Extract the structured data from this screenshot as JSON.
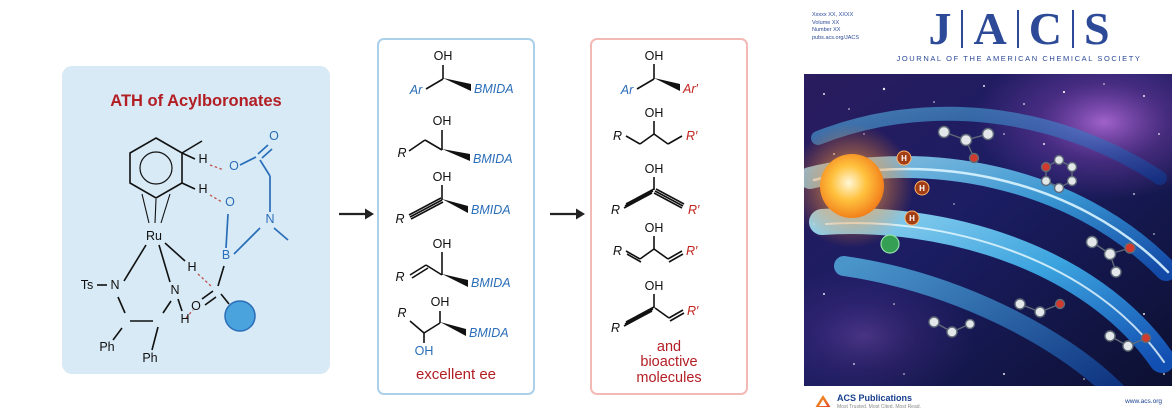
{
  "left_panel": {
    "title": "ATH of Acylboronates",
    "atoms": {
      "ts": "Ts",
      "n1": "N",
      "n2": "N",
      "ru": "Ru",
      "h_hydride": "H",
      "h_arene_top": "H",
      "h_arene_bottom": "H",
      "h_amine": "H",
      "ph1": "Ph",
      "ph2": "Ph",
      "o_top": "O",
      "o_upper": "O",
      "o_lower": "O",
      "o_acyl": "O",
      "b": "B",
      "n_mida": "N"
    }
  },
  "middle_panel": {
    "structures": [
      {
        "oh": "OH",
        "left": "Ar",
        "right": "BMIDA"
      },
      {
        "oh": "OH",
        "left": "R",
        "right": "BMIDA"
      },
      {
        "oh": "OH",
        "left": "R",
        "right": "BMIDA"
      },
      {
        "oh": "OH",
        "left": "R",
        "right": "BMIDA"
      },
      {
        "oh": "OH",
        "oh2": "OH",
        "left": "R",
        "right": "BMIDA"
      }
    ],
    "footer": "excellent ee"
  },
  "right_panel": {
    "structures": [
      {
        "oh": "OH",
        "left": "Ar",
        "right": "Ar′"
      },
      {
        "oh": "OH",
        "left": "R",
        "right": "R′"
      },
      {
        "oh": "OH",
        "left": "R",
        "right": "R′"
      },
      {
        "oh": "OH",
        "left": "R",
        "right": "R′"
      },
      {
        "oh": "OH",
        "left": "R",
        "right": "R′"
      }
    ],
    "footer": "and\nbioactive\nmolecules"
  },
  "cover": {
    "issue_info": [
      "Xxxxx XX, XXXX",
      "Volume XX",
      "Number XX",
      "pubs.acs.org/JACS"
    ],
    "masthead_letters": [
      "J",
      "A",
      "C",
      "S"
    ],
    "subtitle": "JOURNAL OF THE AMERICAN CHEMICAL SOCIETY",
    "art": {
      "h_label": "H"
    },
    "footer": {
      "publisher": "ACS Publications",
      "tagline": "Most Trusted. Most Cited. Most Read.",
      "website": "www.acs.org"
    }
  },
  "colors": {
    "accent_red": "#b21e23",
    "structure_blue": "#2a6db8",
    "jacs_blue": "#2c4a97"
  }
}
